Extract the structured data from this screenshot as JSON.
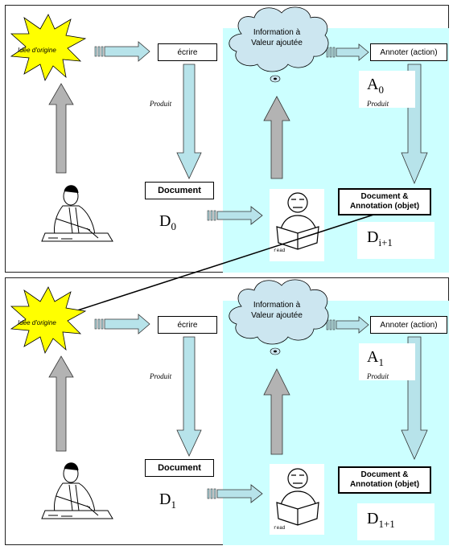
{
  "panels": [
    {
      "idee": "Idée d'origine",
      "ecrire": "écrire",
      "cloud": "Information à Valeur ajoutée",
      "annoter": "Annoter (action)",
      "produit_left": "Produit",
      "produit_right": "Produit",
      "document": "Document",
      "doc_annot": "Document & Annotation (objet)",
      "a_base": "A",
      "a_sub": "0",
      "d_base": "D",
      "d_sub": "0",
      "dn_base": "D",
      "dn_sub": "i+1",
      "read": "read"
    },
    {
      "idee": "Idée d'origine",
      "ecrire": "écrire",
      "cloud": "Information à Valeur ajoutée",
      "annoter": "Annoter (action)",
      "produit_left": "Produit",
      "produit_right": "Produit",
      "document": "Document",
      "doc_annot": "Document & Annotation (objet)",
      "a_base": "A",
      "a_sub": "1",
      "d_base": "D",
      "d_sub": "1",
      "dn_base": "D",
      "dn_sub": "1+1",
      "read": "read"
    }
  ],
  "colors": {
    "cyan_area": "#ccffff",
    "arrow_cyan": "#b7e3ea",
    "arrow_gray": "#b3b3b3",
    "star": "#ffff00",
    "cloud": "#cce6f0"
  }
}
